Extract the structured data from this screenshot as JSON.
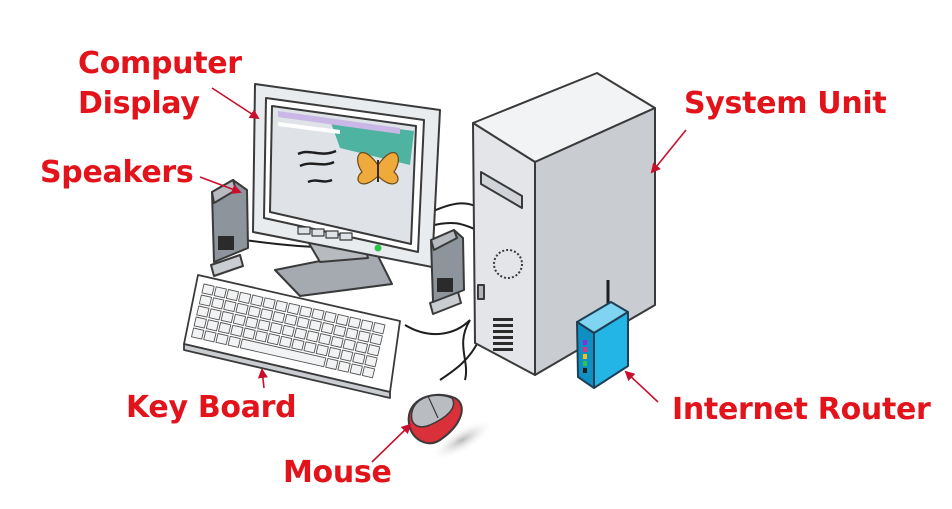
{
  "labels": {
    "computer_display_line1": "Computer",
    "computer_display_line2": "Display",
    "speakers": "Speakers",
    "system_unit": "System Unit",
    "key_board": "Key Board",
    "internet_router": "Internet Router",
    "mouse": "Mouse"
  },
  "colors": {
    "label": "#e3131b",
    "arrow": "#c8102e",
    "outline": "#3a3a3a",
    "tower_front": "#e3e5e8",
    "tower_side": "#c9ccd1",
    "router_blue": "#23b5e6",
    "router_dark": "#0f8fc2",
    "screen": "#dfe3e8",
    "screen_accent": "#4fb3a1",
    "butterfly": "#f0a93b",
    "mouse_red": "#d9303a",
    "speaker": "#8e949b"
  },
  "icons": [
    "computer-display-icon",
    "speaker-icon",
    "system-unit-icon",
    "keyboard-icon",
    "mouse-icon",
    "router-icon",
    "butterfly-icon"
  ]
}
